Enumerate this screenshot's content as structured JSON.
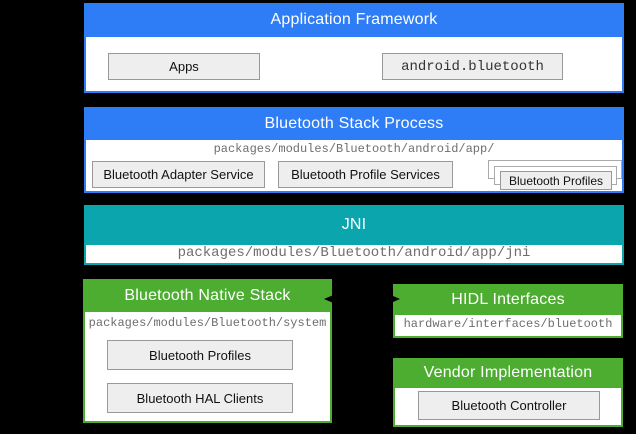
{
  "colors": {
    "background": "#000000",
    "blue": "#2e7df6",
    "teal": "#0aa5ad",
    "green": "#4cad30",
    "box_fill": "#eeeeee",
    "box_border": "#999999",
    "header_text": "#ffffff",
    "label_text": "#111111",
    "path_text": "#6e6e6e"
  },
  "sections": {
    "app_framework": {
      "title": "Application Framework",
      "apps_label": "Apps",
      "api_label": "android.bluetooth"
    },
    "stack_process": {
      "title": "Bluetooth Stack Process",
      "path": "packages/modules/Bluetooth/android/app/",
      "adapter_label": "Bluetooth Adapter Service",
      "profile_services_label": "Bluetooth Profile Services",
      "profiles_label": "Bluetooth Profiles"
    },
    "jni": {
      "title": "JNI",
      "path": "packages/modules/Bluetooth/android/app/jni"
    },
    "native_stack": {
      "title": "Bluetooth Native Stack",
      "path": "packages/modules/Bluetooth/system",
      "profiles_label": "Bluetooth Profiles",
      "hal_clients_label": "Bluetooth HAL Clients"
    },
    "hidl": {
      "title": "HIDL Interfaces",
      "path": "hardware/interfaces/bluetooth"
    },
    "vendor": {
      "title": "Vendor Implementation",
      "controller_label": "Bluetooth Controller"
    }
  }
}
